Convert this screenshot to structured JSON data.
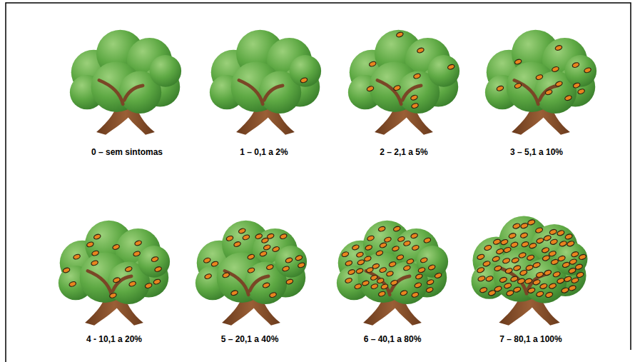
{
  "diagram": {
    "labels": [
      "0 – sem sintomas",
      "1 – 0,1 a 2%",
      "2 – 2,1 a 5%",
      "3 – 5,1 a 10%",
      "4 - 10,1 a 20%",
      "5 – 20,1 a 40%",
      "6 – 40,1 a 80%",
      "7 – 80,1 a 100%"
    ]
  }
}
